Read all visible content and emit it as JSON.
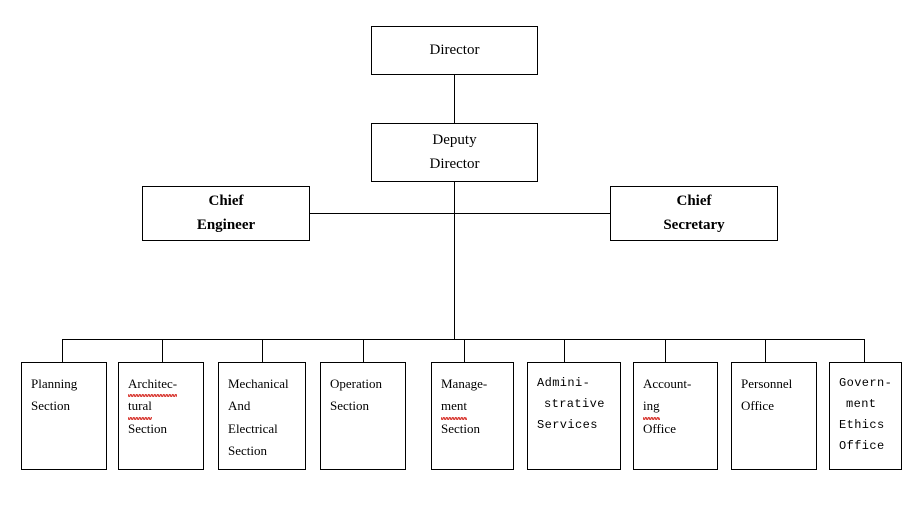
{
  "chart_data": {
    "type": "diagram",
    "diagram_type": "organization-chart",
    "title": "Organization Chart",
    "background_color": "#ffffff",
    "line_color": "#000000",
    "spellcheck_underline_color": "#d83a33",
    "levels": 4,
    "nodes": [
      {
        "id": "director",
        "label": "Director",
        "level": 1
      },
      {
        "id": "deputy-director",
        "label": "Deputy Director",
        "level": 2
      },
      {
        "id": "chief-engineer",
        "label": "Chief Engineer",
        "level": 3
      },
      {
        "id": "chief-secretary",
        "label": "Chief Secretary",
        "level": 3
      },
      {
        "id": "planning",
        "label": "Planning Section",
        "level": 4
      },
      {
        "id": "architectural",
        "label": "Architectural Section",
        "level": 4
      },
      {
        "id": "mechanical",
        "label": "Mechanical And Electrical Section",
        "level": 4
      },
      {
        "id": "operation",
        "label": "Operation Section",
        "level": 4
      },
      {
        "id": "management",
        "label": "Management Section",
        "level": 4
      },
      {
        "id": "administrative",
        "label": "Administrative Services",
        "level": 4
      },
      {
        "id": "accounting",
        "label": "Accounting Office",
        "level": 4
      },
      {
        "id": "personnel",
        "label": "Personnel Office",
        "level": 4
      },
      {
        "id": "government",
        "label": "Government Ethics Office",
        "level": 4
      }
    ],
    "edges": [
      {
        "from": "director",
        "to": "deputy-director"
      },
      {
        "from": "deputy-director",
        "to": "chief-engineer"
      },
      {
        "from": "deputy-director",
        "to": "chief-secretary"
      },
      {
        "from": "deputy-director",
        "to": "planning"
      },
      {
        "from": "deputy-director",
        "to": "architectural"
      },
      {
        "from": "deputy-director",
        "to": "mechanical"
      },
      {
        "from": "deputy-director",
        "to": "operation"
      },
      {
        "from": "deputy-director",
        "to": "management"
      },
      {
        "from": "deputy-director",
        "to": "administrative"
      },
      {
        "from": "deputy-director",
        "to": "accounting"
      },
      {
        "from": "deputy-director",
        "to": "personnel"
      },
      {
        "from": "deputy-director",
        "to": "government"
      }
    ]
  },
  "top": {
    "director": {
      "line1": "Director"
    },
    "deputy": {
      "line1": "Deputy",
      "line2": "Director"
    }
  },
  "mid": {
    "engineer": {
      "line1": "Chief",
      "line2": "Engineer"
    },
    "secretary": {
      "line1": "Chief",
      "line2": "Secretary"
    }
  },
  "bottom": {
    "planning": {
      "line1": "Planning",
      "line2": "Section"
    },
    "architectural": {
      "line1": "Architec-",
      "line2": "tural",
      "line3": "Section"
    },
    "mechanical": {
      "line1": "Mechanical",
      "line2": "And",
      "line3": "Electrical",
      "line4": "Section"
    },
    "operation": {
      "line1": "Operation",
      "line2": "Section"
    },
    "management": {
      "line1": "Manage-",
      "line2": "ment",
      "line3": "Section"
    },
    "administrative": {
      "line1": "Admini-",
      "line2": "strative",
      "line3": "Services"
    },
    "accounting": {
      "line1": "Account-",
      "line2": "ing",
      "line3": "Office"
    },
    "personnel": {
      "line1": "Personnel",
      "line2": "Office"
    },
    "government": {
      "line1": "Govern-",
      "line2": "ment",
      "line3": "Ethics",
      "line4": "Office"
    }
  }
}
